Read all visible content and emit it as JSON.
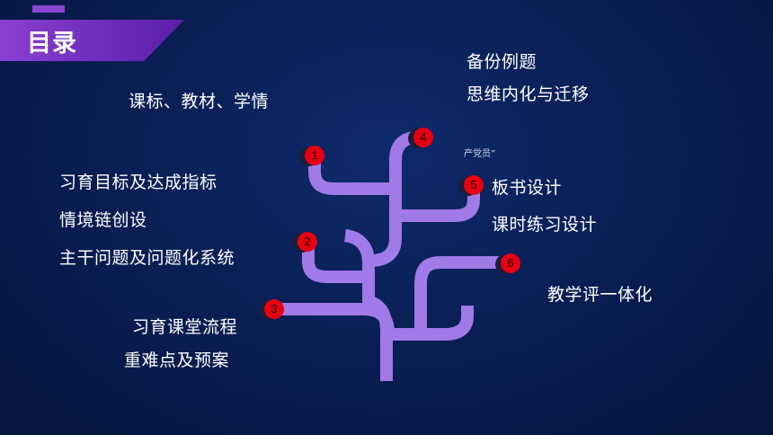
{
  "title": "目录",
  "note": "产党员”",
  "nodes": [
    "1",
    "2",
    "3",
    "4",
    "5",
    "6"
  ],
  "labels": {
    "l1": "课标、教材、学情",
    "l2": "习育目标及达成指标",
    "l3": "情境链创设",
    "l4": "主干问题及问题化系统",
    "l5": "习育课堂流程",
    "l6": "重难点及预案",
    "r1": "备份例题",
    "r2": "思维内化与迁移",
    "r3": "板书设计",
    "r4": "课时练习设计",
    "r5": "教学评一体化"
  },
  "colors": {
    "branch": "#a07ae6",
    "node": "#e60012",
    "banner": "#7b34c4",
    "text": "#ffffff"
  }
}
